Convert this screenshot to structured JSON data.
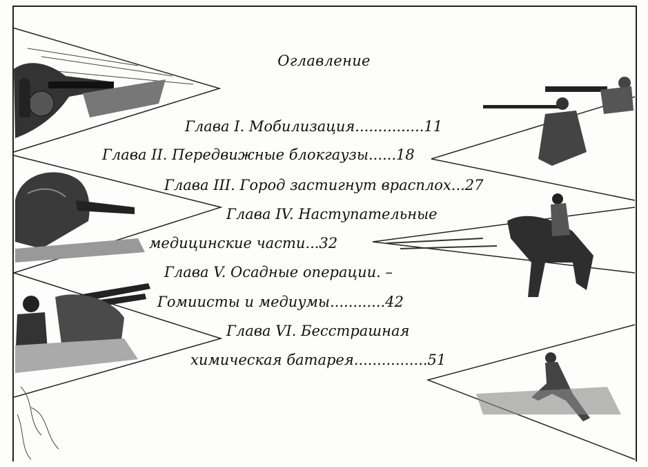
{
  "toc": {
    "title": "Оглавление",
    "lines": [
      "Глава I. Мобилизация...............11",
      "Глава II. Передвижные блокгаузы......18",
      "Глава III. Город застигнут врасплох...27",
      "Глава IV. Наступательные",
      "медицинские части...32",
      "Глава V. Осадные операции. –",
      "Гомиисты и медиумы............42",
      "Глава VI. Бесстрашная",
      "химическая батарея................51"
    ]
  }
}
